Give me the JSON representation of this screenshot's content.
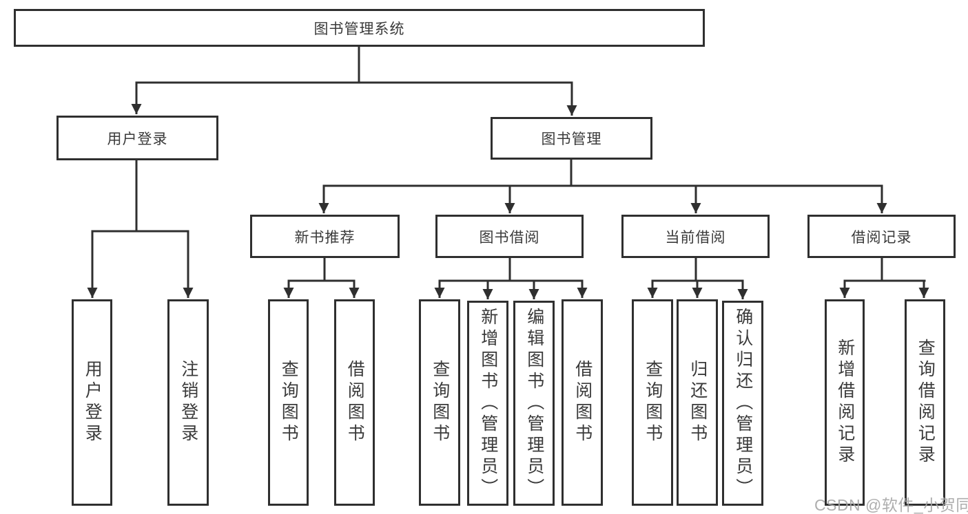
{
  "diagram": {
    "root": {
      "label": "图书管理系统"
    },
    "branches": [
      {
        "label": "用户登录",
        "children": [
          {
            "label": "用户登录"
          },
          {
            "label": "注销登录"
          }
        ]
      },
      {
        "label": "图书管理",
        "children": [
          {
            "label": "新书推荐",
            "children": [
              {
                "label": "查询图书"
              },
              {
                "label": "借阅图书"
              }
            ]
          },
          {
            "label": "图书借阅",
            "children": [
              {
                "label": "查询图书"
              },
              {
                "label": "新增图书（管理员）"
              },
              {
                "label": "编辑图书（管理员）"
              },
              {
                "label": "借阅图书"
              }
            ]
          },
          {
            "label": "当前借阅",
            "children": [
              {
                "label": "查询图书"
              },
              {
                "label": "归还图书"
              },
              {
                "label": "确认归还（管理员）"
              }
            ]
          },
          {
            "label": "借阅记录",
            "children": [
              {
                "label": "新增借阅记录"
              },
              {
                "label": "查询借阅记录"
              }
            ]
          }
        ]
      }
    ]
  },
  "watermark": {
    "text": "CSDN @软件_小贺同学"
  },
  "colors": {
    "line": "#2f2f2f",
    "box_border": "#2f2f2f",
    "text": "#3a3a3a",
    "background": "#ffffff",
    "watermark": "#a5a5a5"
  }
}
